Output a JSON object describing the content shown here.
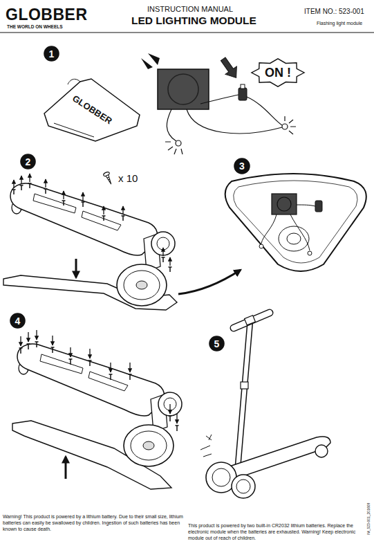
{
  "diagram": {
    "title": "LED LIGHTING MODULE",
    "nodes": [
      {
        "text": [
          "1"
        ]
      },
      {
        "text": [
          "ON !"
        ]
      },
      {
        "text": [
          "GLOBBER"
        ]
      },
      {
        "text": [
          "2"
        ]
      },
      {
        "text": [
          "3"
        ]
      },
      {
        "text": [
          "4"
        ]
      },
      {
        "text": [
          "5"
        ]
      }
    ],
    "labels": [
      "GLOBBER",
      "THE WORLD ON WHEELS",
      "INSTRUCTION MANUAL",
      "ITEM NO.: 523-001",
      "Flashing light module",
      "x 10",
      "Warning! This product is powered by a lithium battery. Due to their small size, lithium batteries can easily be swallowed by children. Ingestion of such batteries has been known to cause death.",
      "This product is powered by two built-in CR2032 lithium batteries. Replace the electronic module when the batteries are exhausted. Warning! Keep electronic module out of reach of children.",
      "IM_523-001_201609"
    ]
  }
}
